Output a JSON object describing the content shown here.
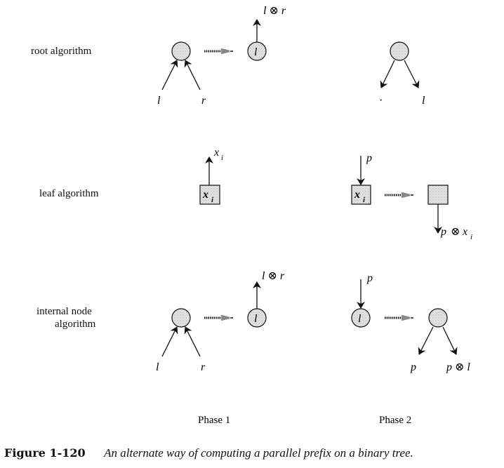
{
  "rows": [
    {
      "label": "root algorithm"
    },
    {
      "label": "leaf algorithm"
    },
    {
      "label_line1": "internal node",
      "label_line2": "algorithm"
    }
  ],
  "symbols": {
    "l": "l",
    "r": "r",
    "p": "p",
    "x": "x",
    "i": "i",
    "otimes": "⊗",
    "l_otimes_r": "l ⊗ r",
    "p_otimes_l": "p ⊗ l",
    "dot": "·"
  },
  "phases": [
    "Phase 1",
    "Phase 2"
  ],
  "caption": {
    "figure_number": "Figure 1-120",
    "text": "An alternate way of computing a parallel prefix on a binary tree."
  }
}
